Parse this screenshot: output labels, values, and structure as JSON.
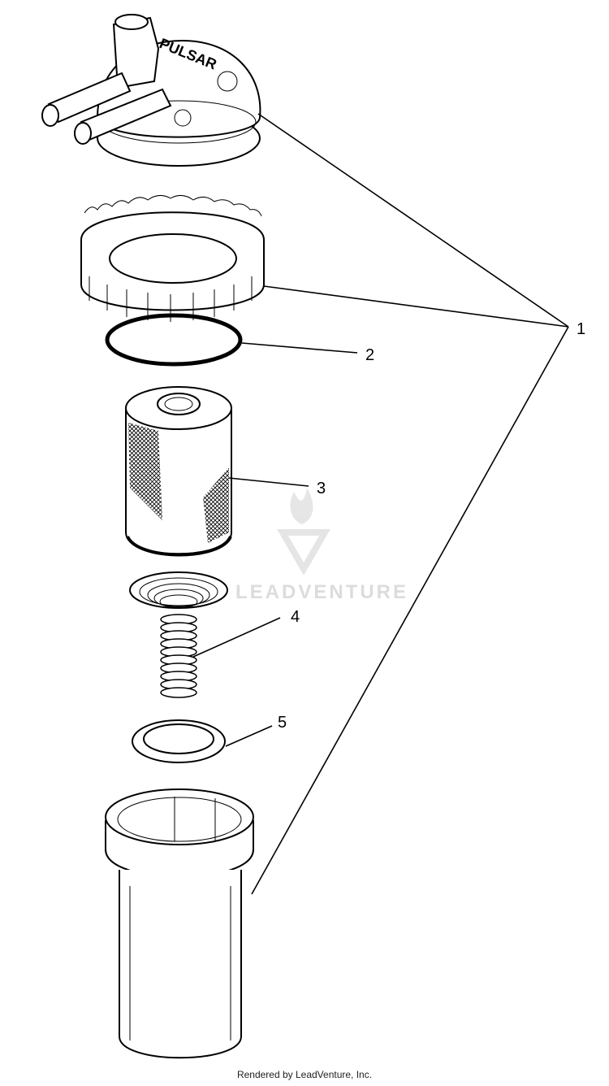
{
  "diagram": {
    "parts": [
      {
        "id": "1",
        "label": "1"
      },
      {
        "id": "2",
        "label": "2"
      },
      {
        "id": "3",
        "label": "3"
      },
      {
        "id": "4",
        "label": "4"
      },
      {
        "id": "5",
        "label": "5"
      }
    ],
    "cap_lettering": "PULSAR",
    "watermark": "LEADVENTURE"
  },
  "footer": {
    "text": "Rendered by LeadVenture, Inc."
  }
}
